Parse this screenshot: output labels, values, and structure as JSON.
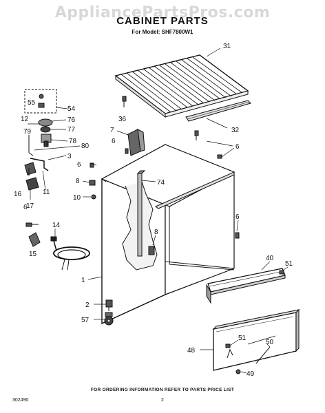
{
  "watermark": "AppliancePartsPros.com",
  "title": "CABINET PARTS",
  "subtitle": "For Model: SHF7800W1",
  "footer": "FOR ORDERING INFORMATION REFER TO PARTS PRICE LIST",
  "doc_number": "302490",
  "page_number": "2",
  "callouts": [
    {
      "id": "c31",
      "text": "31"
    },
    {
      "id": "c32",
      "text": "32"
    },
    {
      "id": "c36",
      "text": "36"
    },
    {
      "id": "c7",
      "text": "7"
    },
    {
      "id": "c6a",
      "text": "6"
    },
    {
      "id": "c6b",
      "text": "6"
    },
    {
      "id": "c55",
      "text": "55"
    },
    {
      "id": "c54",
      "text": "54"
    },
    {
      "id": "c12",
      "text": "12"
    },
    {
      "id": "c76",
      "text": "76"
    },
    {
      "id": "c77",
      "text": "77"
    },
    {
      "id": "c79",
      "text": "79"
    },
    {
      "id": "c78",
      "text": "78"
    },
    {
      "id": "c80",
      "text": "80"
    },
    {
      "id": "c3",
      "text": "3"
    },
    {
      "id": "c6c",
      "text": "6"
    },
    {
      "id": "c8a",
      "text": "8"
    },
    {
      "id": "c74",
      "text": "74"
    },
    {
      "id": "c10",
      "text": "10"
    },
    {
      "id": "c16",
      "text": "16"
    },
    {
      "id": "c17",
      "text": "17"
    },
    {
      "id": "c11",
      "text": "11"
    },
    {
      "id": "c6d",
      "text": "6"
    },
    {
      "id": "c14",
      "text": "14"
    },
    {
      "id": "c15",
      "text": "15"
    },
    {
      "id": "c8b",
      "text": "8"
    },
    {
      "id": "c6e",
      "text": "6"
    },
    {
      "id": "c40",
      "text": "40"
    },
    {
      "id": "c51a",
      "text": "51"
    },
    {
      "id": "c1",
      "text": "1"
    },
    {
      "id": "c2",
      "text": "2"
    },
    {
      "id": "c57",
      "text": "57"
    },
    {
      "id": "c48",
      "text": "48"
    },
    {
      "id": "c51b",
      "text": "51"
    },
    {
      "id": "c50",
      "text": "50"
    },
    {
      "id": "c49",
      "text": "49"
    }
  ]
}
